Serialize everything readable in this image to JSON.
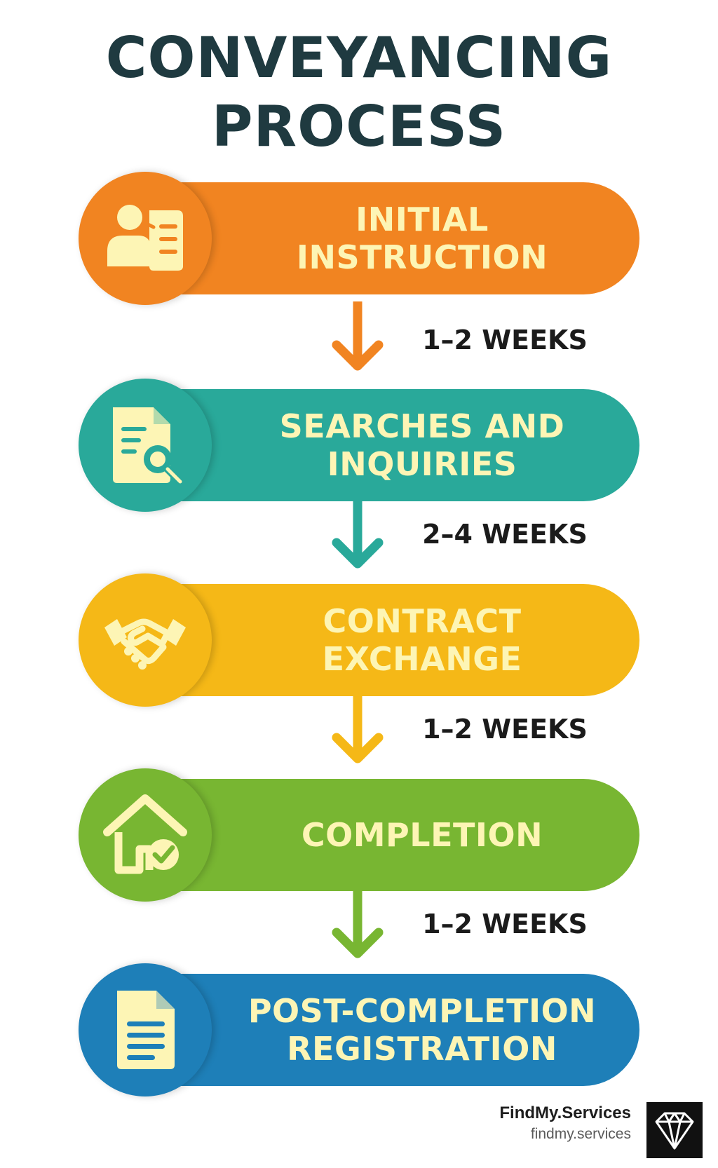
{
  "title": {
    "line1": "CONVEYANCING",
    "line2": "PROCESS"
  },
  "steps": [
    {
      "label_line1": "INITIAL",
      "label_line2": "INSTRUCTION",
      "icon": "client-document-icon",
      "color": "#f18421"
    },
    {
      "label_line1": "SEARCHES AND",
      "label_line2": "INQUIRIES",
      "icon": "document-search-icon",
      "color": "#29a99a"
    },
    {
      "label_line1": "CONTRACT",
      "label_line2": "EXCHANGE",
      "icon": "handshake-icon",
      "color": "#f5b817"
    },
    {
      "label_line1": "COMPLETION",
      "label_line2": "",
      "icon": "house-check-icon",
      "color": "#78b632"
    },
    {
      "label_line1": "POST-COMPLETION",
      "label_line2": "REGISTRATION",
      "icon": "document-icon",
      "color": "#1e7fb8"
    }
  ],
  "durations": [
    "1–2 WEEKS",
    "2–4 WEEKS",
    "1–2 WEEKS",
    "1–2 WEEKS"
  ],
  "colors": {
    "title": "#1f3a40",
    "label_text": "#fdf5b5",
    "icon_fill": "#fdf5b5",
    "duration_text": "#1b1b1b"
  },
  "brand": {
    "name": "FindMy.Services",
    "url": "findmy.services",
    "logo_icon": "diamond-logo-icon"
  }
}
